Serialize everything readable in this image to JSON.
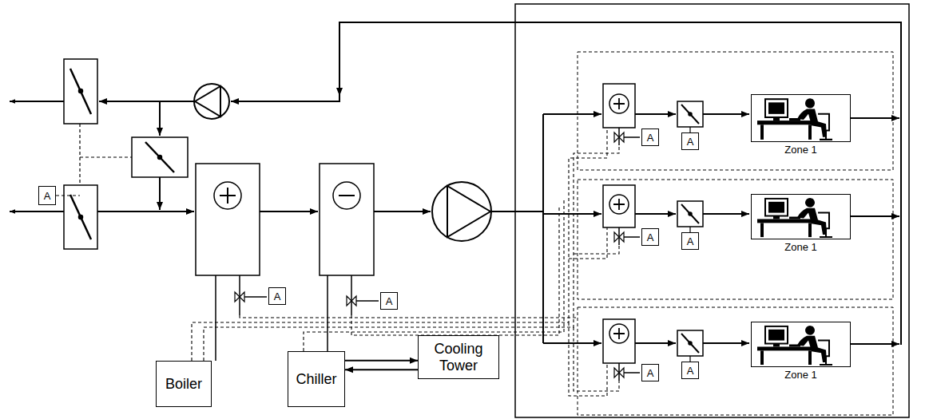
{
  "diagram": {
    "nodes": [
      {
        "text": [
          "A"
        ]
      },
      {
        "text": [
          "A"
        ]
      },
      {
        "text": [
          "A"
        ]
      },
      {
        "text": [
          "Boiler"
        ]
      },
      {
        "text": [
          "Chiller"
        ]
      },
      {
        "text": [
          "Cooling Tower"
        ]
      },
      {
        "text": [
          "A"
        ]
      },
      {
        "text": [
          "A"
        ]
      },
      {
        "text": [
          "Zone 1"
        ]
      },
      {
        "text": [
          "A"
        ]
      },
      {
        "text": [
          "A"
        ]
      },
      {
        "text": [
          "Zone 1"
        ]
      },
      {
        "text": [
          "A"
        ]
      },
      {
        "text": [
          "A"
        ]
      },
      {
        "text": [
          "Zone 1"
        ]
      }
    ],
    "edges": [
      {
        "from": 4,
        "to": 5,
        "arrow": "to"
      },
      {
        "from": 5,
        "to": 4,
        "arrow": "to"
      }
    ]
  }
}
